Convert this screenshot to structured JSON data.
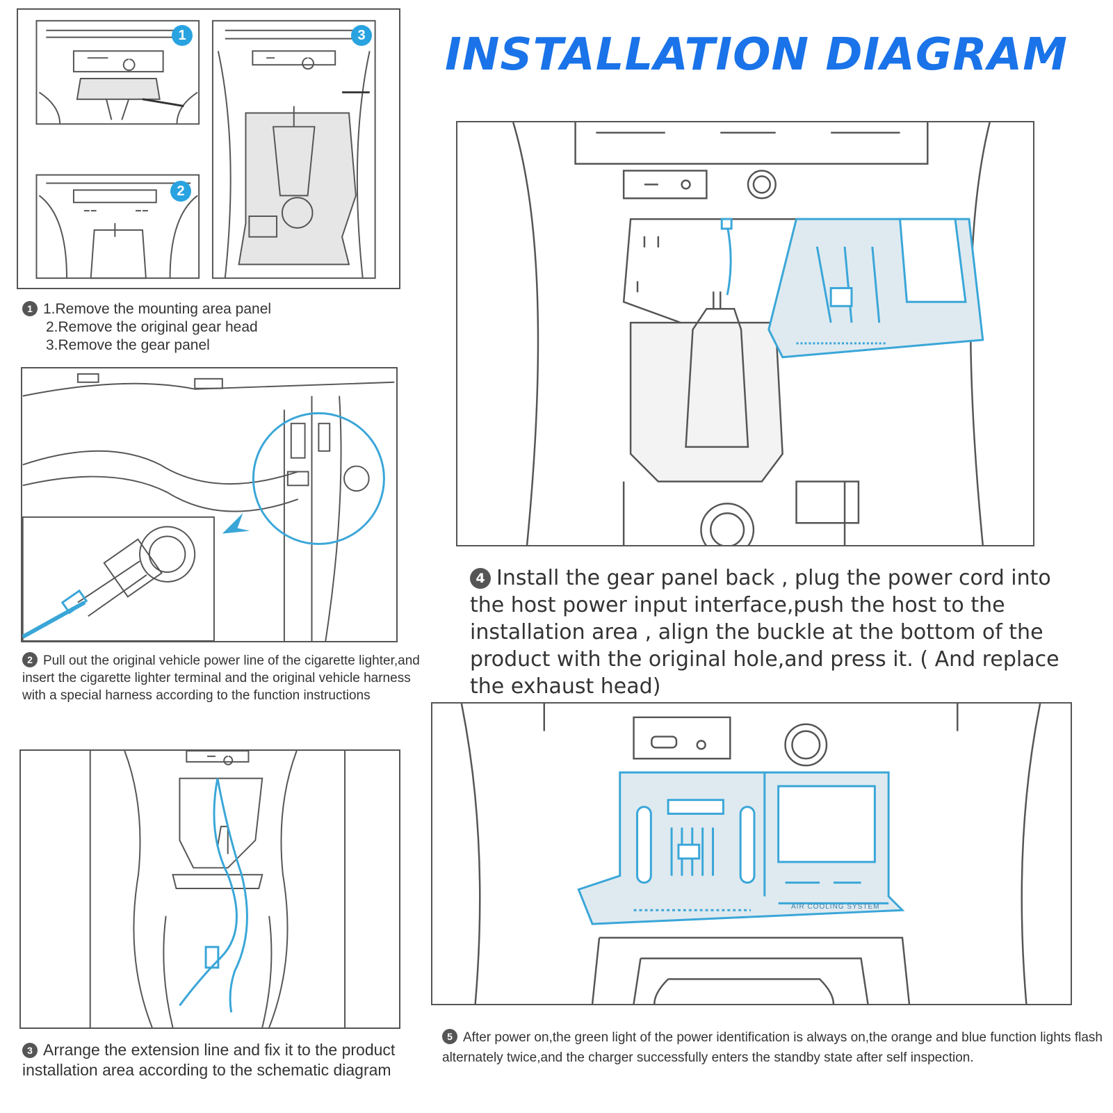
{
  "title": "INSTALLATION DIAGRAM",
  "colors": {
    "accent": "#1a73e8",
    "badge": "#29a3e0",
    "highlight": "#3aa6d8",
    "line": "#555555"
  },
  "badges": [
    "1",
    "2",
    "3"
  ],
  "steps": [
    {
      "number": "1",
      "lines": [
        "1.Remove the mounting area panel",
        "2.Remove the original gear head",
        "3.Remove the gear panel"
      ]
    },
    {
      "number": "2",
      "text": "Pull out the original vehicle power line of the cigarette lighter,and insert the cigarette lighter terminal and the original vehicle harness with a special harness according to the function instructions"
    },
    {
      "number": "3",
      "text": "Arrange the extension line and fix it to the product installation area according to the schematic diagram"
    },
    {
      "number": "4",
      "text": "Install the gear panel back , plug the power cord into the host power input interface,push the host to the installation area , align the buckle at the bottom of the product with the original hole,and press it. ( And replace the exhaust head)"
    },
    {
      "number": "5",
      "text": "After power on,the green light of the power identification is always on,the orange and blue function lights flash alternately twice,and the charger successfully enters the standby state after self inspection."
    }
  ],
  "device_labels": {
    "cooling": "AIR COOLING SYSTEM"
  }
}
